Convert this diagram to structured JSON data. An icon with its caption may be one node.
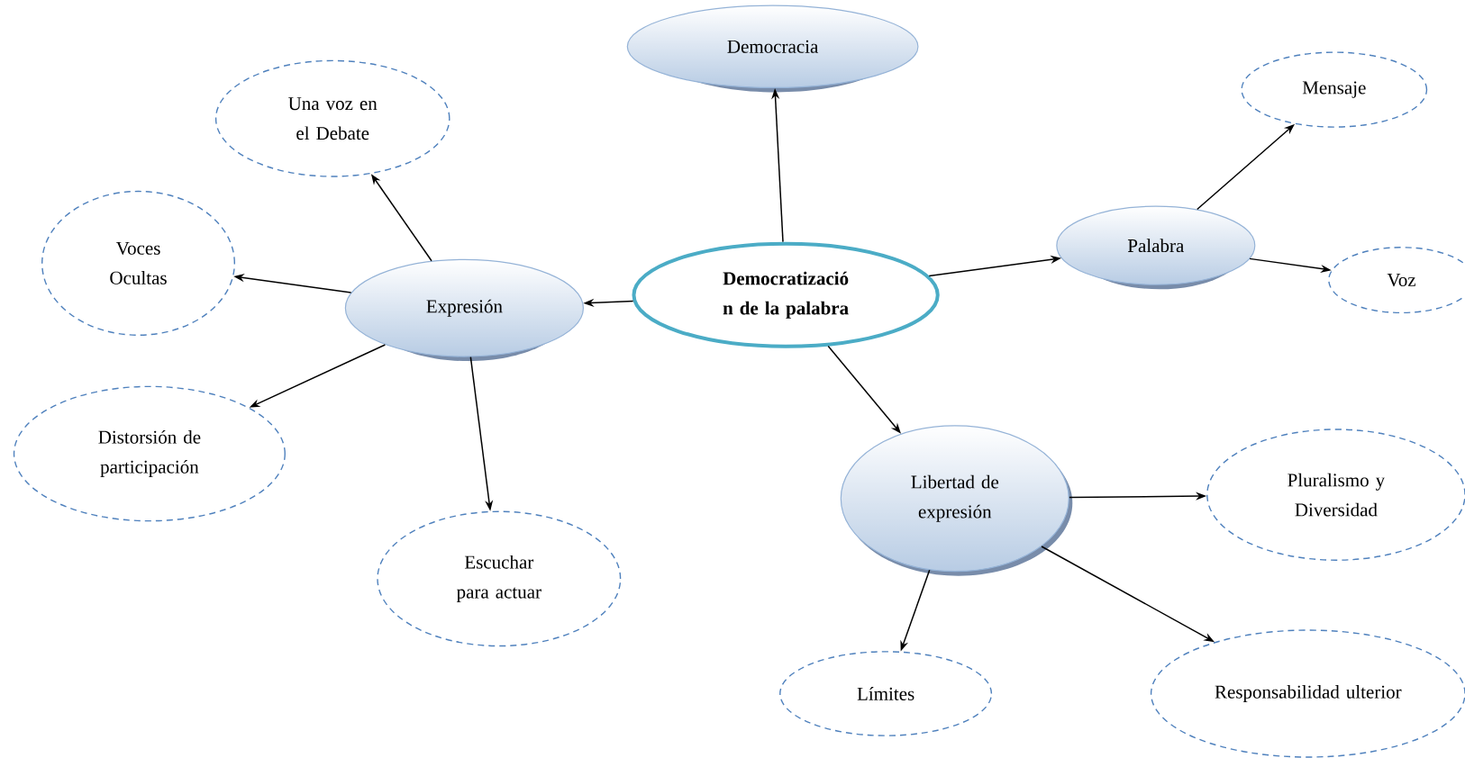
{
  "diagram": {
    "nodes": [
      {
        "text": [
          "Democratizació n de  la palabra"
        ]
      },
      {
        "text": [
          "Democracia"
        ]
      },
      {
        "text": [
          "Expresión"
        ]
      },
      {
        "text": [
          "Una voz en el Debate"
        ]
      },
      {
        "text": [
          "Voces Ocultas"
        ]
      },
      {
        "text": [
          "Distorsión de participación"
        ]
      },
      {
        "text": [
          "Escuchar para actuar"
        ]
      },
      {
        "text": [
          "Palabra"
        ]
      },
      {
        "text": [
          "Mensaje"
        ]
      },
      {
        "text": [
          "Voz"
        ]
      },
      {
        "text": [
          "Libertad  de expresión"
        ]
      },
      {
        "text": [
          "Pluralismo y Diversidad"
        ]
      },
      {
        "text": [
          "Límites"
        ]
      },
      {
        "text": [
          "Responsabilidad ulterior"
        ]
      }
    ],
    "edges": [
      {
        "from": 0,
        "to": 1,
        "arrow": "to"
      },
      {
        "from": 0,
        "to": 2,
        "arrow": "to"
      },
      {
        "from": 0,
        "to": 7,
        "arrow": "to"
      },
      {
        "from": 0,
        "to": 10,
        "arrow": "to"
      },
      {
        "from": 2,
        "to": 3,
        "arrow": "to"
      },
      {
        "from": 2,
        "to": 4,
        "arrow": "to"
      },
      {
        "from": 2,
        "to": 5,
        "arrow": "to"
      },
      {
        "from": 2,
        "to": 6,
        "arrow": "to"
      },
      {
        "from": 7,
        "to": 8,
        "arrow": "to"
      },
      {
        "from": 7,
        "to": 9,
        "arrow": "to"
      },
      {
        "from": 10,
        "to": 11,
        "arrow": "to"
      },
      {
        "from": 10,
        "to": 12,
        "arrow": "to"
      },
      {
        "from": 10,
        "to": 13,
        "arrow": "to"
      }
    ]
  }
}
